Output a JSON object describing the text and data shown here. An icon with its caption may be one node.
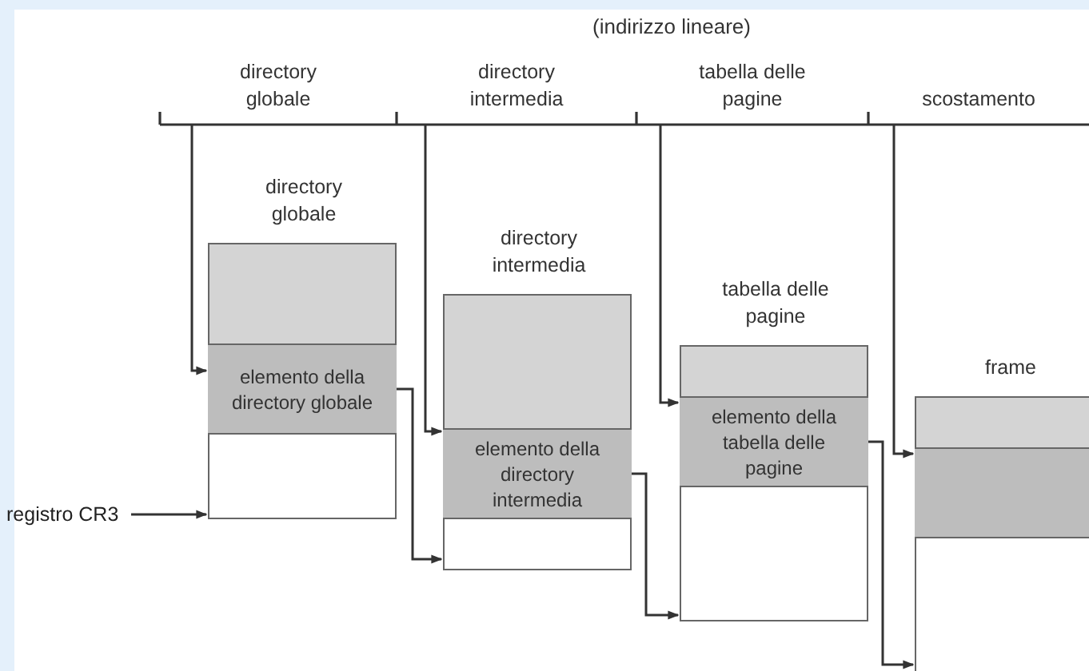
{
  "diagram": {
    "title": "(indirizzo lineare)",
    "nodes": [
      {
        "text": [
          "directory globale"
        ]
      },
      {
        "text": [
          "directory intermedia"
        ]
      },
      {
        "text": [
          "tabella delle pagine"
        ]
      },
      {
        "text": [
          "scostamento"
        ]
      },
      {
        "text": [
          "directory globale"
        ]
      },
      {
        "text": [
          "elemento della directory globale"
        ],
        "in": 4
      },
      {
        "text": [
          "directory intermedia"
        ]
      },
      {
        "text": [
          "elemento della directory intermedia"
        ],
        "in": 6
      },
      {
        "text": [
          "tabella delle pagine"
        ]
      },
      {
        "text": [
          "elemento della tabella delle pagine"
        ],
        "in": 8
      },
      {
        "text": [
          "frame"
        ]
      },
      {
        "text": [],
        "shape": "box",
        "in": 10
      },
      {
        "text": [
          "registro CR3"
        ]
      }
    ],
    "edges": [
      {
        "from": 12,
        "to": 4,
        "arrow": "to"
      },
      {
        "from": 0,
        "to": 5,
        "arrow": "to"
      },
      {
        "from": 5,
        "to": 6,
        "arrow": "to"
      },
      {
        "from": 1,
        "to": 7,
        "arrow": "to"
      },
      {
        "from": 7,
        "to": 8,
        "arrow": "to"
      },
      {
        "from": 2,
        "to": 9,
        "arrow": "to"
      },
      {
        "from": 9,
        "to": 10,
        "arrow": "to"
      },
      {
        "from": 3,
        "to": 11,
        "arrow": "to"
      }
    ]
  }
}
